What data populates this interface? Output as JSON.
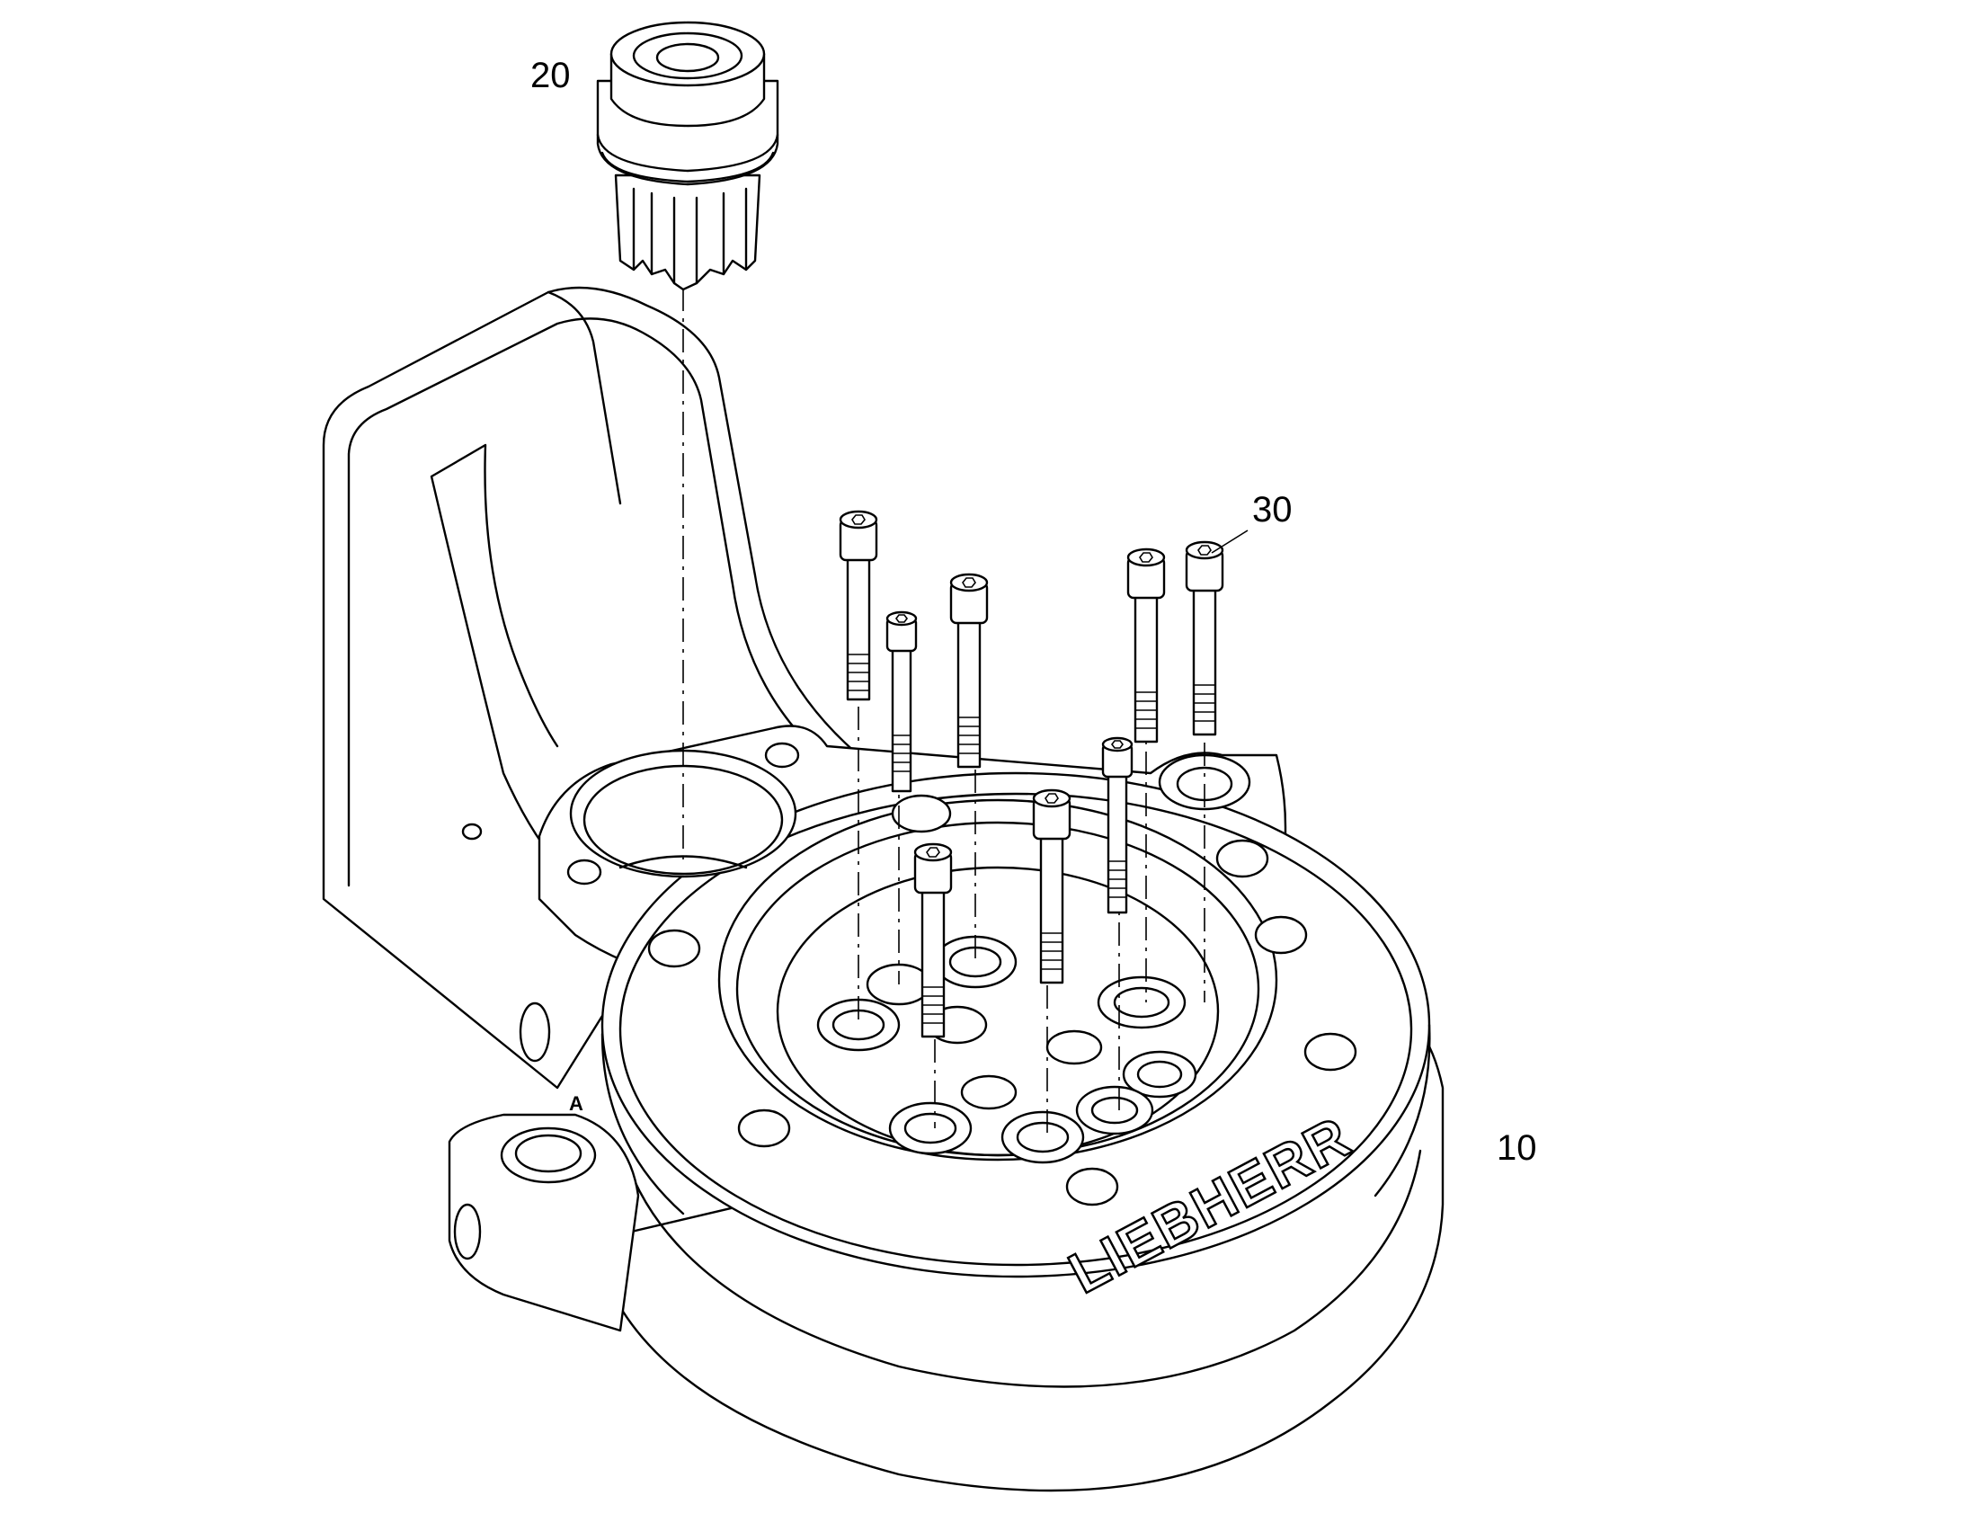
{
  "callouts": {
    "housing": "10",
    "pinion": "20",
    "screws": "30"
  },
  "marking": "A",
  "brand": "LIEBHERR",
  "colors": {
    "line": "#000000",
    "background": "#ffffff"
  }
}
